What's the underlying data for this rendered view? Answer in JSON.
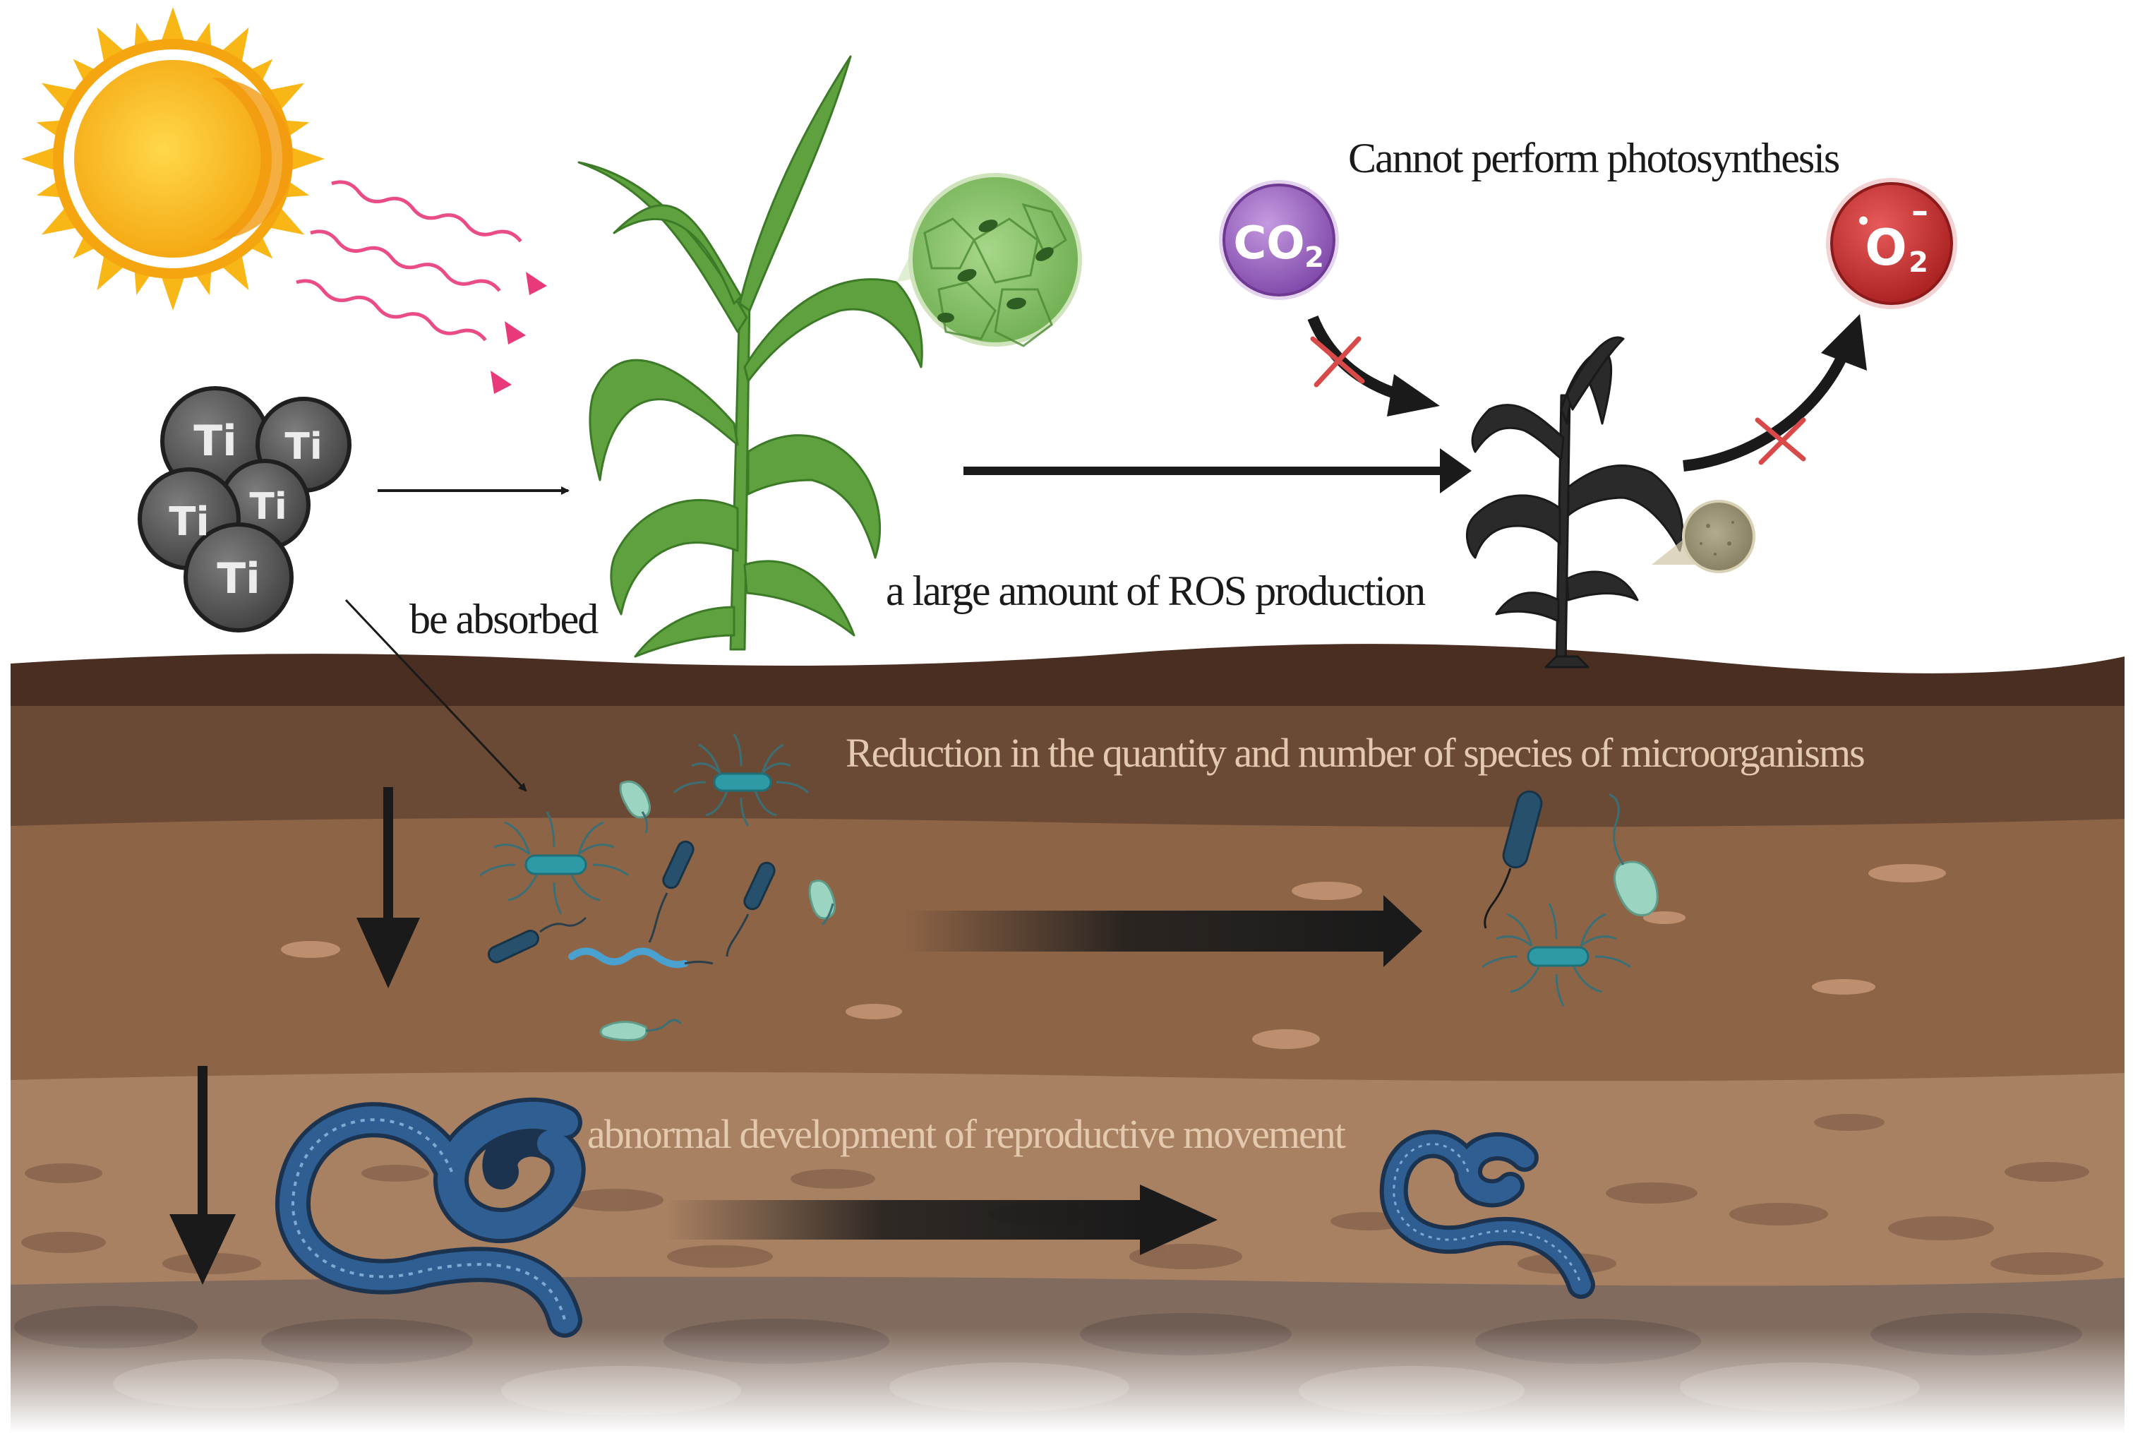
{
  "labels": {
    "photosynthesis": "Cannot perform photosynthesis",
    "absorbed": "be absorbed",
    "ros": "a large amount of ROS production",
    "microorganisms": "Reduction in the quantity and number of species of microorganisms",
    "reproduction": "abnormal development of reproductive movement"
  },
  "particles": {
    "element": "Ti",
    "molecule_co2": "CO",
    "molecule_co2_subscript": "2",
    "radical": "O",
    "radical_subscript": "2",
    "radical_charge": "–",
    "radical_dot": "•"
  },
  "colors": {
    "sun": "#f9b617",
    "sun_rays_light": "#e8397b",
    "healthy_plant": "#5ea13e",
    "dead_plant": "#2a2a2a",
    "nanoparticle": "#5b5b5b",
    "co2": "#9b64c2",
    "superoxide": "#c62a2a",
    "block_cross": "#d84a4a",
    "soil_top": "#4a2e22",
    "soil_layer_1": "#6b4a35",
    "soil_layer_2": "#8e6447",
    "soil_layer_3": "#a88062",
    "soil_layer_4": "#816b5e",
    "bacteria": "#2d9aa6",
    "worm": "#25466d"
  }
}
